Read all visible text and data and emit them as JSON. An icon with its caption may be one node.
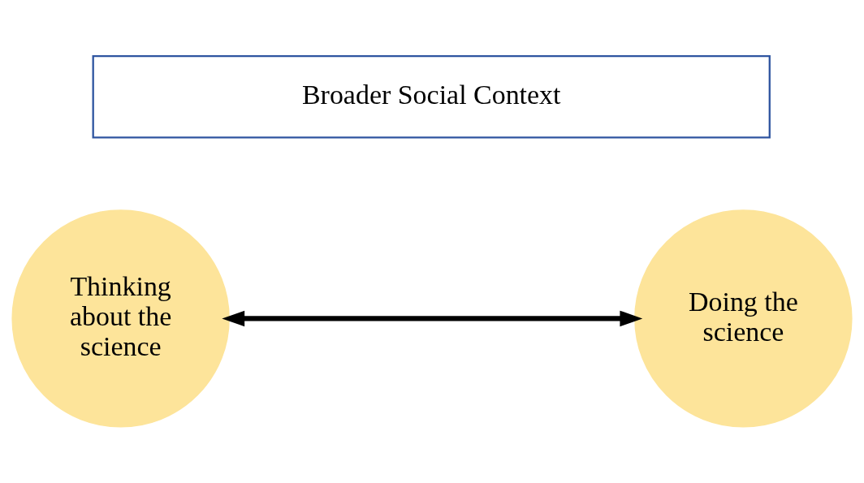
{
  "diagram": {
    "nodes": [
      {
        "text": [
          "Broader Social Context"
        ]
      },
      {
        "text": [
          "Thinking about the science"
        ]
      },
      {
        "text": [
          "Doing the science"
        ]
      }
    ],
    "edges": [
      {
        "from": 1,
        "to": 2,
        "arrow": "both"
      }
    ]
  }
}
